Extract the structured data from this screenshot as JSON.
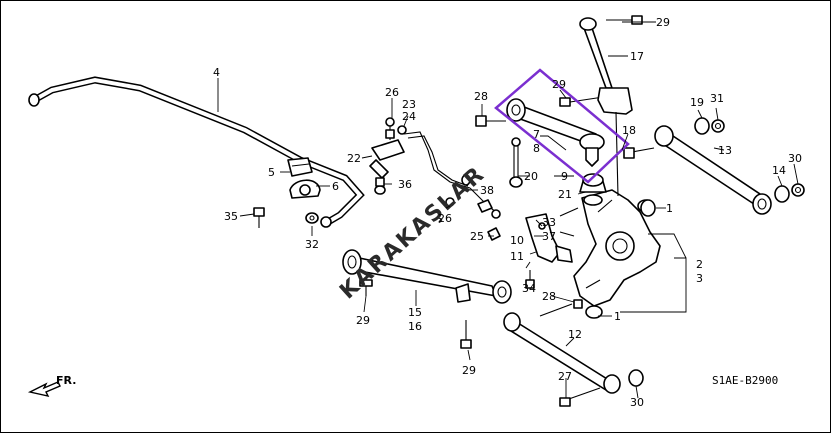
{
  "diagram": {
    "code": "S1AE-B2900",
    "front_label": "FR.",
    "watermark": "KARAKAŞLAR",
    "highlight_color": "#7b2fd0",
    "callouts": {
      "c1a": "1",
      "c1b": "1",
      "c2": "2",
      "c3": "3",
      "c4": "4",
      "c5": "5",
      "c6": "6",
      "c7": "7",
      "c8": "8",
      "c9": "9",
      "c10": "10",
      "c11": "11",
      "c12": "12",
      "c13": "13",
      "c14": "14",
      "c15": "15",
      "c16": "16",
      "c17": "17",
      "c18": "18",
      "c19": "19",
      "c20": "20",
      "c21": "21",
      "c22": "22",
      "c23": "23",
      "c24": "24",
      "c25": "25",
      "c26a": "26",
      "c26b": "26",
      "c27": "27",
      "c28a": "28",
      "c28b": "28",
      "c29a": "29",
      "c29b": "29",
      "c29c": "29",
      "c29d": "29",
      "c30a": "30",
      "c30b": "30",
      "c31": "31",
      "c32": "32",
      "c33": "33",
      "c34": "34",
      "c35": "35",
      "c36": "36",
      "c37": "37",
      "c38": "38"
    }
  }
}
